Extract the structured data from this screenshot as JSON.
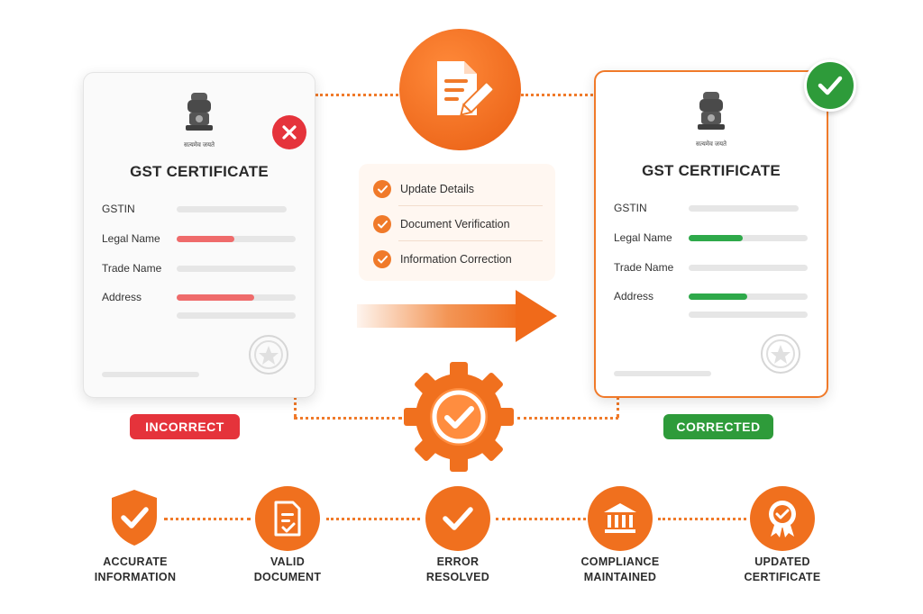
{
  "certificates": {
    "incorrect": {
      "emblem_motto": "सत्यमेव जयते",
      "title": "GST CERTIFICATE",
      "fields": [
        "GSTIN",
        "Legal Name",
        "Trade Name",
        "Address"
      ],
      "status": "INCORRECT",
      "status_color": "#e5333b",
      "highlight_color": "#ef6b6b"
    },
    "corrected": {
      "emblem_motto": "सत्यमेव जयते",
      "title": "GST CERTIFICATE",
      "fields": [
        "GSTIN",
        "Legal Name",
        "Trade Name",
        "Address"
      ],
      "status": "CORRECTED",
      "status_color": "#2e9b3a",
      "highlight_color": "#2ea94a"
    }
  },
  "process_steps": [
    "Update Details",
    "Document Verification",
    "Information Correction"
  ],
  "icons": {
    "top_center": "document-edit-icon",
    "center_gear": "gear-check-icon",
    "incorrect_mark": "close-icon",
    "corrected_mark": "check-icon"
  },
  "features": [
    {
      "line1": "ACCURATE",
      "line2": "INFORMATION",
      "icon": "shield-check-icon"
    },
    {
      "line1": "VALID",
      "line2": "DOCUMENT",
      "icon": "document-check-icon"
    },
    {
      "line1": "ERROR",
      "line2": "RESOLVED",
      "icon": "check-circle-icon"
    },
    {
      "line1": "COMPLIANCE",
      "line2": "MAINTAINED",
      "icon": "bank-icon"
    },
    {
      "line1": "UPDATED",
      "line2": "CERTIFICATE",
      "icon": "award-badge-icon"
    }
  ],
  "colors": {
    "accent": "#f07a2a",
    "accent_dark": "#e4621a",
    "error": "#e5333b",
    "success": "#2e9b3a"
  }
}
